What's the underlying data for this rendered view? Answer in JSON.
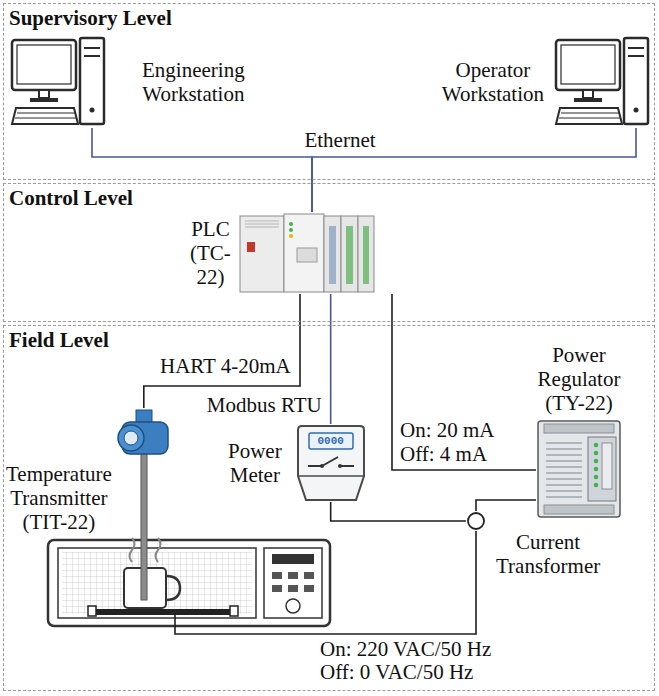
{
  "diagram": {
    "nodes": [
      {
        "text": [
          "Supervisory Level"
        ]
      },
      {
        "text": [
          "Engineering Workstation"
        ],
        "in": 0
      },
      {
        "text": [
          "Operator Workstation"
        ],
        "in": 0
      },
      {
        "text": [
          "Control Level"
        ]
      },
      {
        "text": [
          "PLC (TC-22)"
        ],
        "in": 3
      },
      {
        "text": [
          "Field Level"
        ]
      },
      {
        "text": [
          "Temperature Transmitter (TIT-22)"
        ],
        "in": 5
      },
      {
        "text": [
          "Power Meter"
        ],
        "in": 5
      },
      {
        "text": [
          "Power Regulator (TY-22)"
        ],
        "in": 5
      },
      {
        "text": [
          "Current Transformer"
        ],
        "in": 5
      }
    ],
    "edges": [
      {
        "from": 1,
        "to": 4,
        "arrow": "none",
        "label": "Ethernet"
      },
      {
        "from": 2,
        "to": 4,
        "arrow": "none"
      },
      {
        "from": 4,
        "to": 6,
        "arrow": "none",
        "label": "HART 4-20mA"
      },
      {
        "from": 4,
        "to": 7,
        "arrow": "none",
        "label": "Modbus RTU"
      },
      {
        "from": 4,
        "to": 8,
        "arrow": "none",
        "label": "On: 20 mA Off: 4 mA"
      },
      {
        "from": 7,
        "to": 9,
        "arrow": "none"
      },
      {
        "from": 8,
        "to": 9,
        "arrow": "none"
      }
    ],
    "labels": [
      "0000",
      "On: 220 VAC/50 Hz Off: 0 VAC/50 Hz"
    ]
  }
}
